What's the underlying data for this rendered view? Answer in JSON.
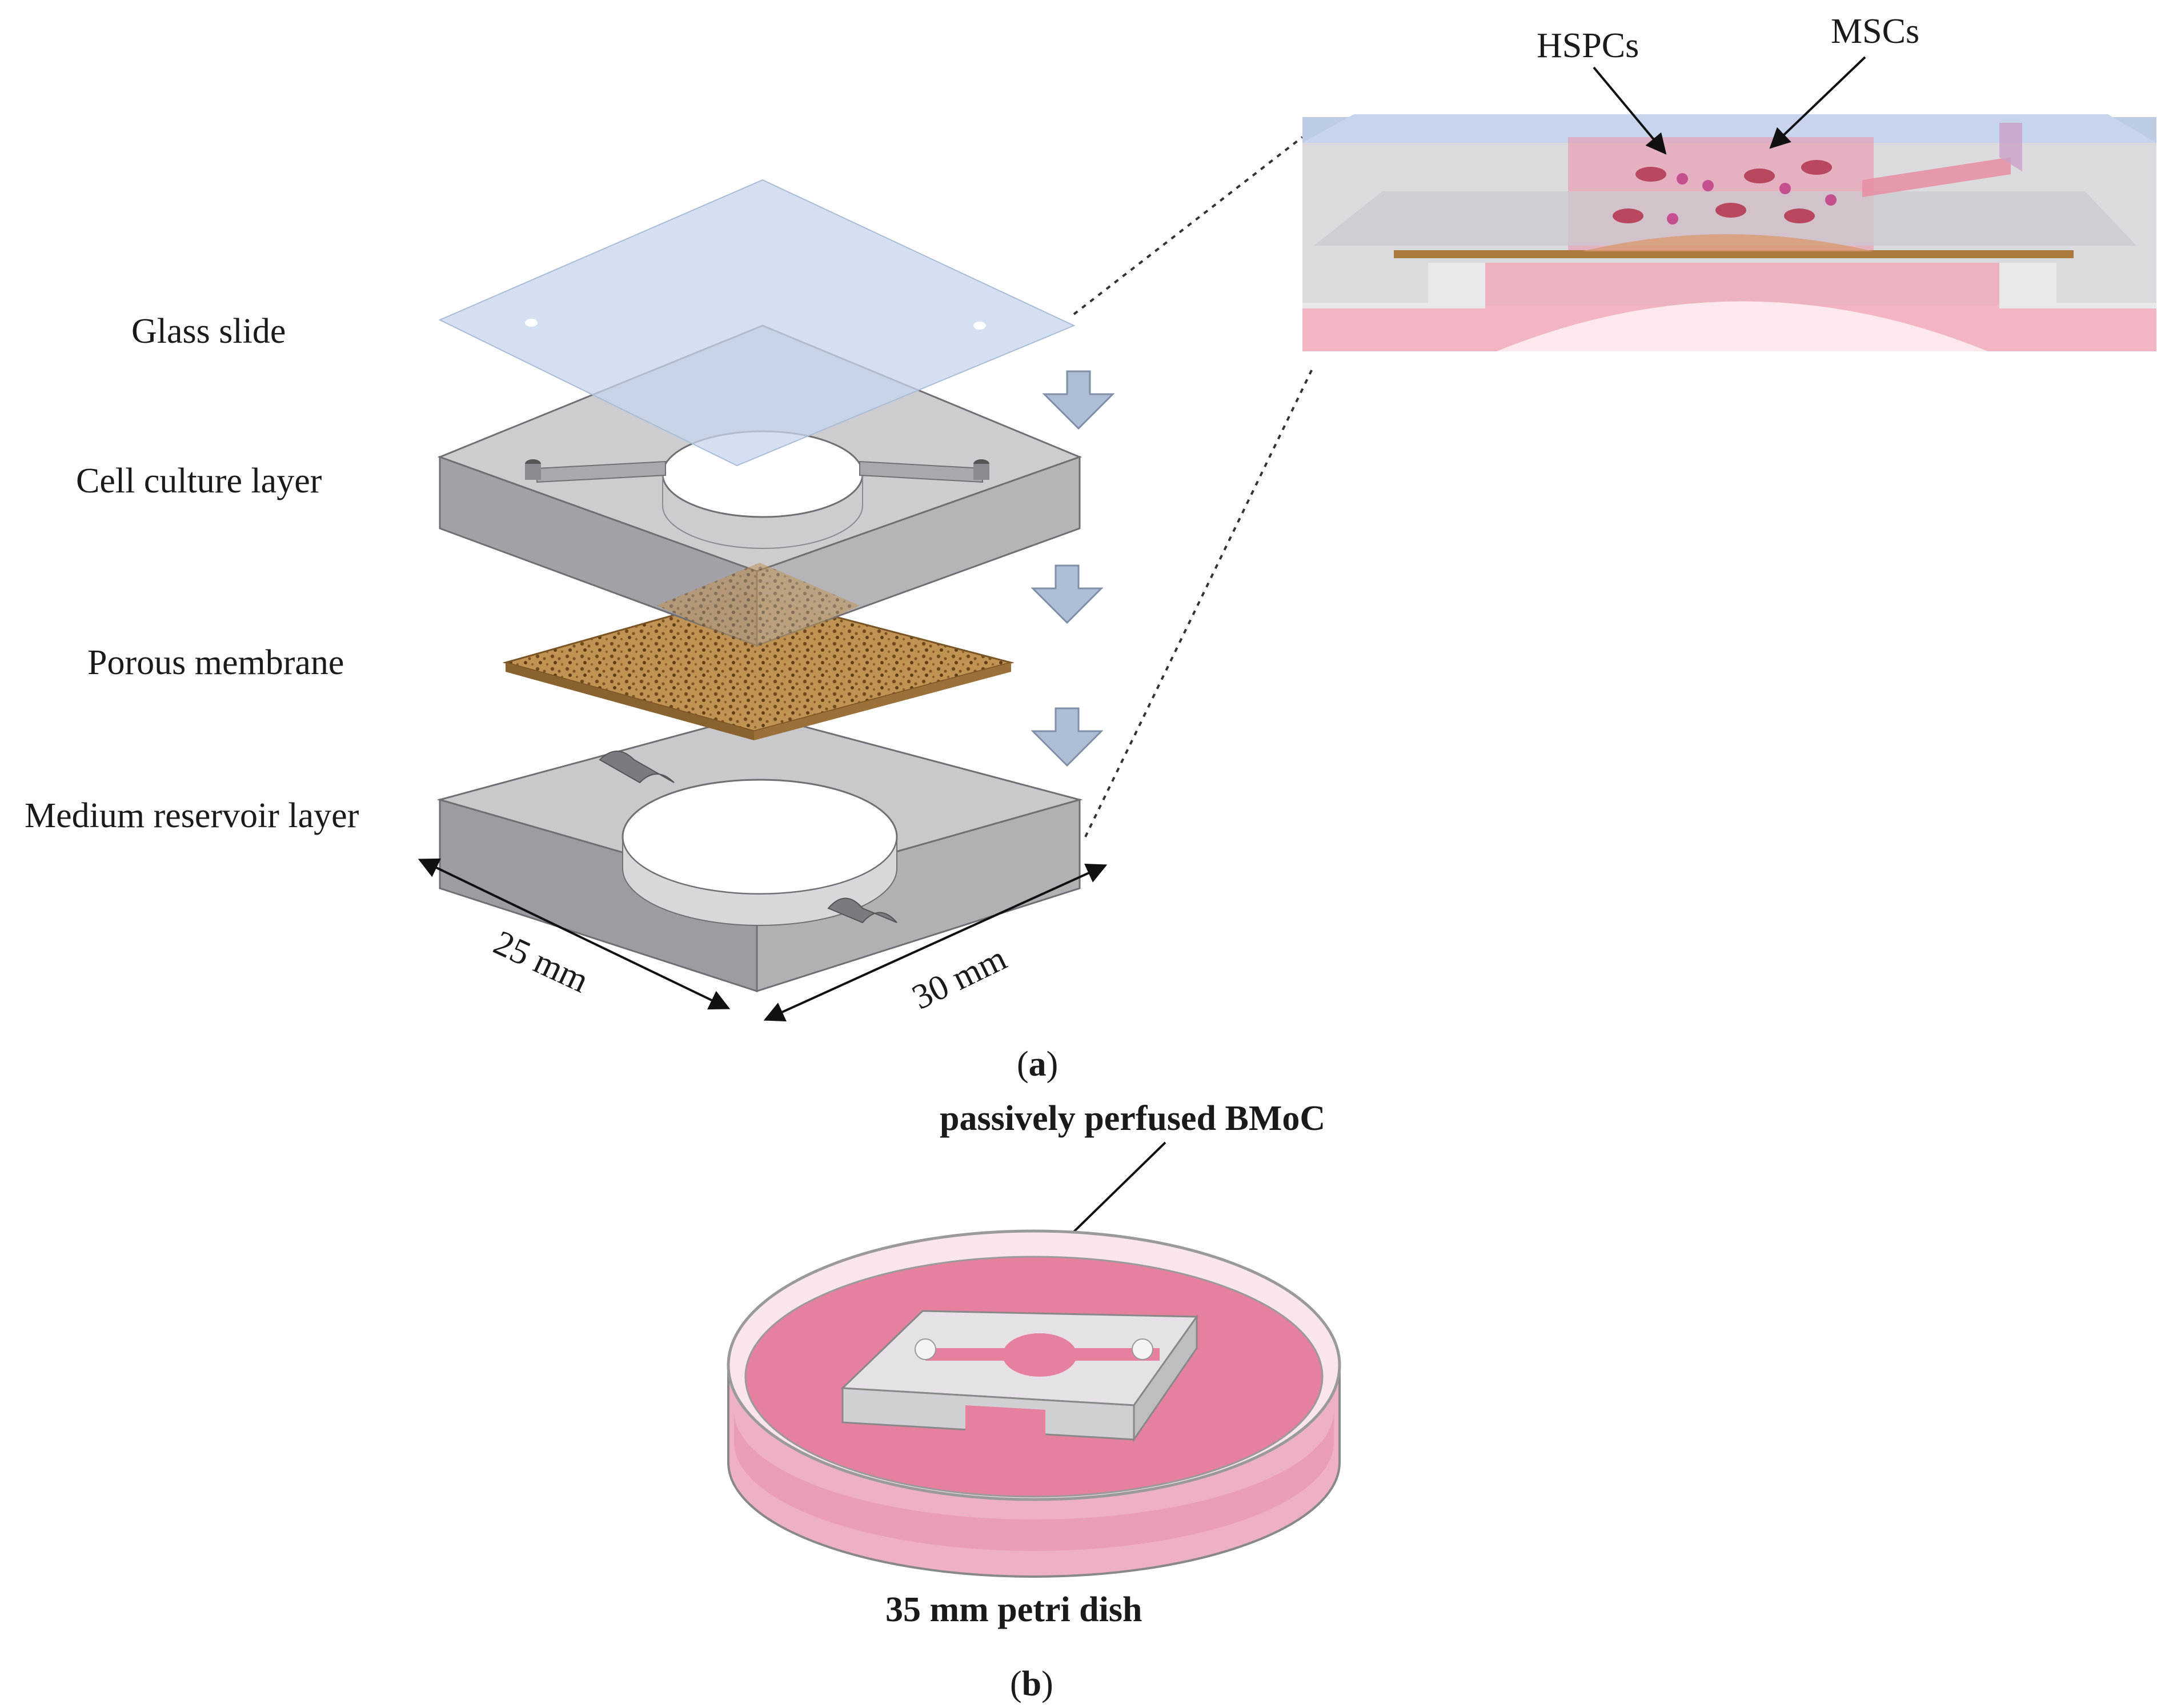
{
  "panel_a": {
    "layers": {
      "glass_slide": "Glass slide",
      "cell_culture_layer": "Cell culture layer",
      "porous_membrane": "Porous membrane",
      "medium_reservoir_layer": "Medium reservoir layer"
    },
    "dimensions": {
      "width": "25 mm",
      "depth": "30 mm"
    },
    "inset": {
      "hspc_label": "HSPCs",
      "msc_label": "MSCs"
    },
    "caption": {
      "open": "(",
      "letter": "a",
      "close": ")"
    }
  },
  "panel_b": {
    "device_label": "passively perfused BMoC",
    "dish_label": "35 mm petri dish",
    "caption": {
      "open": "(",
      "letter": "b",
      "close": ")"
    }
  },
  "colors": {
    "glass": "#cfddee",
    "pdms_gray": "#b8b8bc",
    "membrane": "#b88a4a",
    "medium_pink": "#e17f9f",
    "arrow_fill": "#aebdd3"
  }
}
